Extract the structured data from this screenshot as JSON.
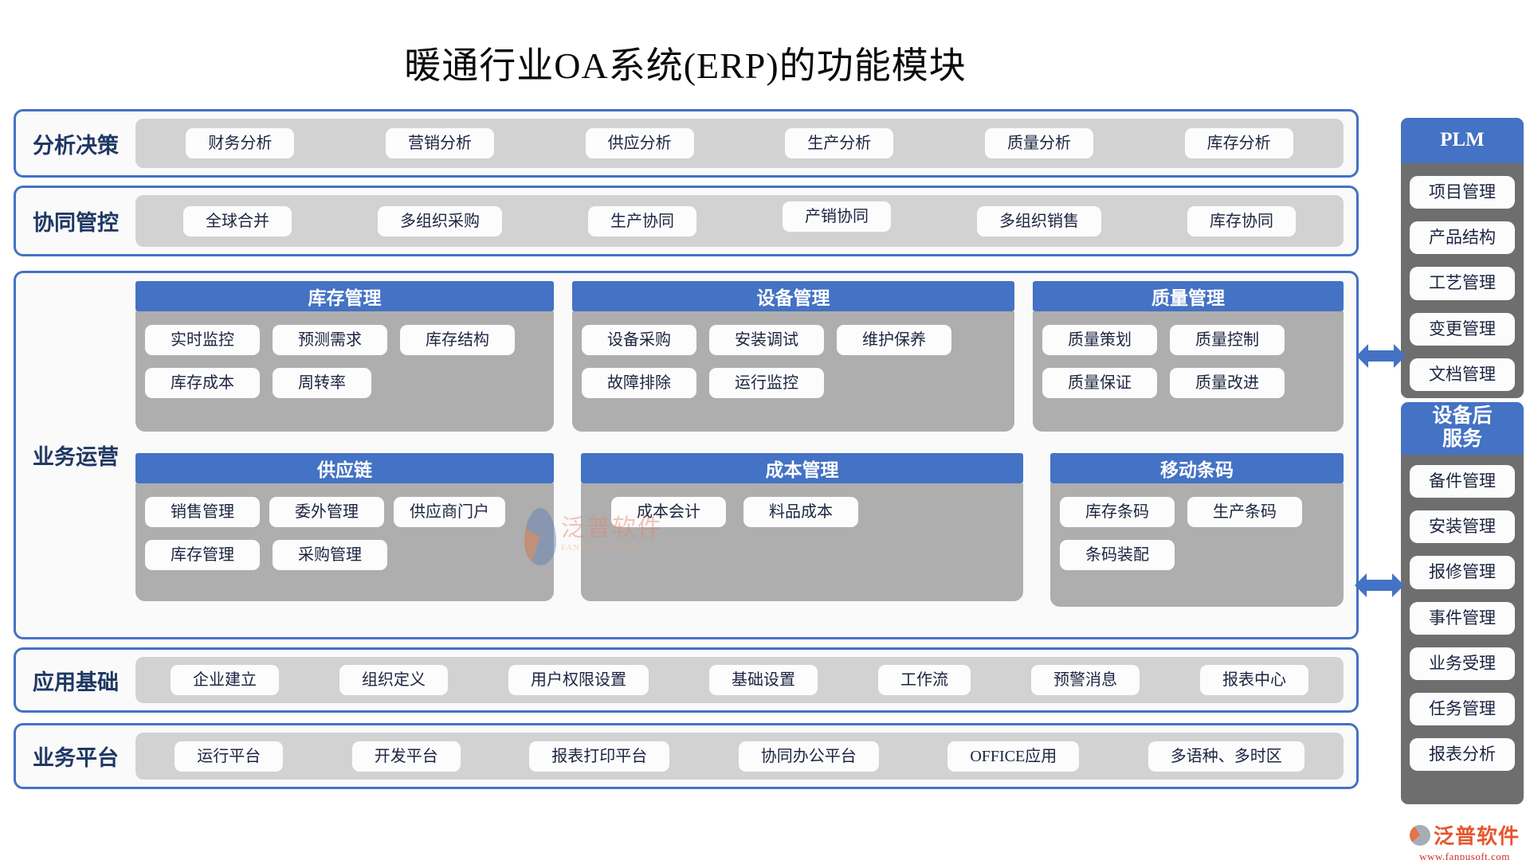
{
  "title": "暖通行业OA系统(ERP)的功能模块",
  "bands": {
    "analysis": {
      "label": "分析决策",
      "items": [
        "财务分析",
        "营销分析",
        "供应分析",
        "生产分析",
        "质量分析",
        "库存分析"
      ]
    },
    "collaboration": {
      "label": "协同管控",
      "items": [
        "全球合并",
        "多组织采购",
        "生产协同",
        "产销协同",
        "多组织销售",
        "库存协同"
      ]
    },
    "foundation": {
      "label": "应用基础",
      "items": [
        "企业建立",
        "组织定义",
        "用户权限设置",
        "基础设置",
        "工作流",
        "预警消息",
        "报表中心"
      ]
    },
    "platform": {
      "label": "业务平台",
      "items": [
        "运行平台",
        "开发平台",
        "报表打印平台",
        "协同办公平台",
        "OFFICE应用",
        "多语种、多时区"
      ]
    }
  },
  "operations": {
    "label": "业务运营",
    "panels": {
      "inventory": {
        "title": "库存管理",
        "row1": [
          "实时监控",
          "预测需求",
          "库存结构"
        ],
        "row2": [
          "库存成本",
          "周转率"
        ]
      },
      "equipment": {
        "title": "设备管理",
        "row1": [
          "设备采购",
          "安装调试",
          "维护保养"
        ],
        "row2": [
          "故障排除",
          "运行监控"
        ]
      },
      "quality": {
        "title": "质量管理",
        "row1": [
          "质量策划",
          "质量控制"
        ],
        "row2": [
          "质量保证",
          "质量改进"
        ]
      },
      "supply_chain": {
        "title": "供应链",
        "row1": [
          "销售管理",
          "委外管理",
          "供应商门户"
        ],
        "row2": [
          "库存管理",
          "采购管理"
        ]
      },
      "cost": {
        "title": "成本管理",
        "row1": [
          "成本会计",
          "料品成本"
        ]
      },
      "barcode": {
        "title": "移动条码",
        "row1": [
          "库存条码",
          "生产条码"
        ],
        "row2": [
          "条码装配"
        ]
      }
    }
  },
  "side_panels": {
    "plm": {
      "title": "PLM",
      "items": [
        "项目管理",
        "产品结构",
        "工艺管理",
        "变更管理",
        "文档管理"
      ]
    },
    "after_service": {
      "title_line1": "设备后",
      "title_line2": "服务",
      "items": [
        "备件管理",
        "安装管理",
        "报修管理",
        "事件管理",
        "业务受理",
        "任务管理",
        "报表分析"
      ]
    }
  },
  "watermark": {
    "name": "泛普软件",
    "subtitle": "FANPU SOFTWARE"
  },
  "footer_logo": {
    "name": "泛普软件",
    "website": "www.fanpusoft.com"
  },
  "colors": {
    "accent_blue": "#4472c4",
    "strip_gray": "#d2d2d2",
    "panel_gray": "#aeaeae",
    "side_panel_gray": "#6e6e6e",
    "label_navy": "#1f3864",
    "logo_orange": "#e4572e",
    "logo_red": "#d02c2c"
  }
}
